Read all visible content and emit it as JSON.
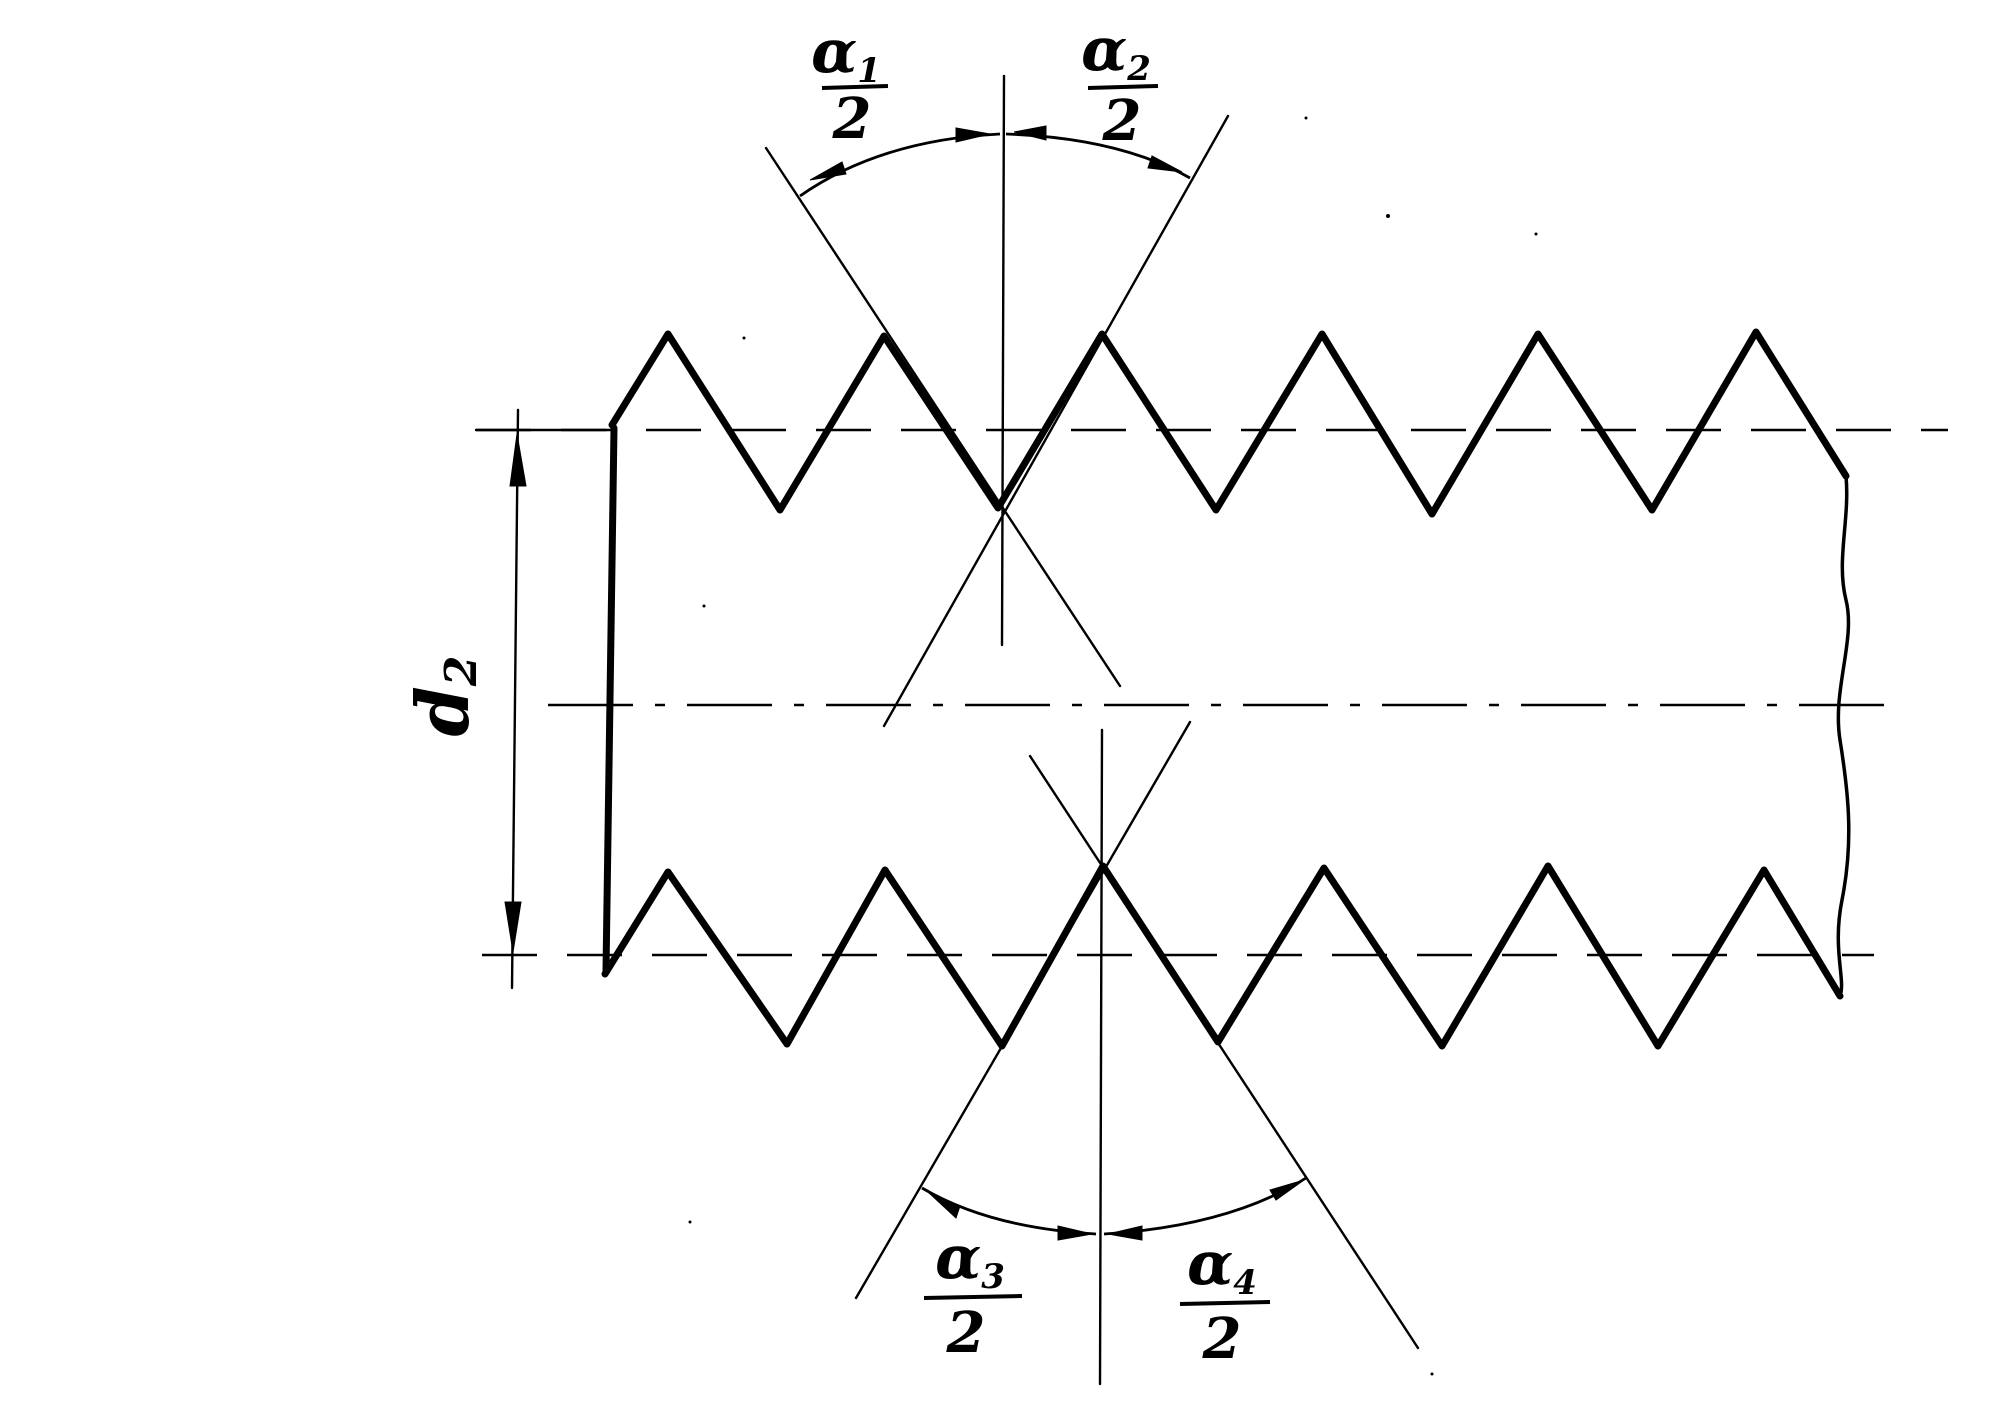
{
  "labels": {
    "alpha1": {
      "symbol": "α",
      "index": "1",
      "denominator": "2"
    },
    "alpha2": {
      "symbol": "α",
      "index": "2",
      "denominator": "2"
    },
    "alpha3": {
      "symbol": "α",
      "index": "3",
      "denominator": "2"
    },
    "alpha4": {
      "symbol": "α",
      "index": "4",
      "denominator": "2"
    },
    "d2": {
      "symbol": "d",
      "index": "2"
    }
  }
}
